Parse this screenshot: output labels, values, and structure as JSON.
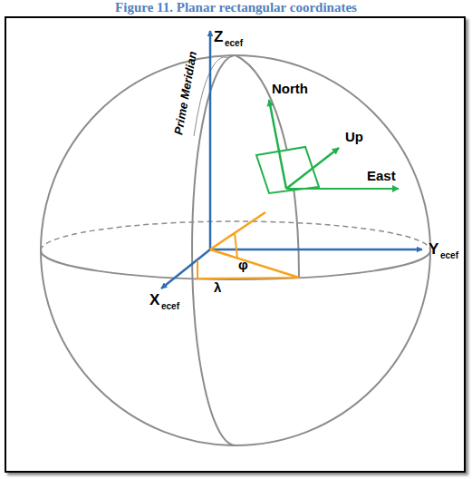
{
  "diagram": {
    "title": "Figure 11. Planar rectangular coordinates",
    "labels": [
      "Z",
      "ecef",
      "North",
      "Up",
      "East",
      "Prime Meridian",
      "φ",
      "Y",
      "ecef",
      "X",
      "ecef",
      "λ"
    ]
  }
}
